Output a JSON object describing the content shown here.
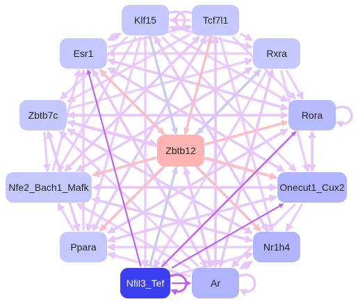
{
  "graph": {
    "center": {
      "id": "Zbtb12",
      "label": "Zbtb12",
      "fill": "#ffb3b3",
      "text": "#222222"
    },
    "nodes": [
      {
        "id": "Klf15",
        "label": "Klf15",
        "fill": "#c4c8ff",
        "text": "#222222"
      },
      {
        "id": "Tcf7l1",
        "label": "Tcf7l1",
        "fill": "#c4c8ff",
        "text": "#222222"
      },
      {
        "id": "Rxra",
        "label": "Rxra",
        "fill": "#c4c8ff",
        "text": "#222222"
      },
      {
        "id": "Rora",
        "label": "Rora",
        "fill": "#b6baff",
        "text": "#222222"
      },
      {
        "id": "Onecut1_Cux2",
        "label": "Onecut1_Cux2",
        "fill": "#b0b4ff",
        "text": "#222222"
      },
      {
        "id": "Nr1h4",
        "label": "Nr1h4",
        "fill": "#b0b4ff",
        "text": "#222222"
      },
      {
        "id": "Ar",
        "label": "Ar",
        "fill": "#b0b4ff",
        "text": "#222222"
      },
      {
        "id": "Nfil3_Tef",
        "label": "Nfil3_Tef",
        "fill": "#3a3ff2",
        "text": "#ffffff"
      },
      {
        "id": "Ppara",
        "label": "Ppara",
        "fill": "#c4c8ff",
        "text": "#222222"
      },
      {
        "id": "Nfe2_Bach1_Mafk",
        "label": "Nfe2_Bach1_Mafk",
        "fill": "#c4c8ff",
        "text": "#222222"
      },
      {
        "id": "Zbtb7c",
        "label": "Zbtb7c",
        "fill": "#c4c8ff",
        "text": "#222222"
      },
      {
        "id": "Esr1",
        "label": "Esr1",
        "fill": "#c4c8ff",
        "text": "#222222"
      }
    ],
    "self_loops": [
      "Klf15",
      "Rora",
      "Ar",
      "Nfil3_Tef",
      "Tcf7l1"
    ],
    "edge_colors": {
      "default": "#e6c6f8",
      "red": "#ffbdbd",
      "blue": "#c6cdf0",
      "purple": "#c060f0"
    },
    "edges": [
      {
        "s": "Klf15",
        "t": "Zbtb12",
        "c": "blue"
      },
      {
        "s": "Tcf7l1",
        "t": "Zbtb12",
        "c": "red"
      },
      {
        "s": "Esr1",
        "t": "Zbtb12",
        "c": "red"
      },
      {
        "s": "Rxra",
        "t": "Zbtb12",
        "c": "blue"
      },
      {
        "s": "Zbtb12",
        "t": "Rora",
        "c": "red"
      },
      {
        "s": "Zbtb12",
        "t": "Onecut1_Cux2",
        "c": "red"
      },
      {
        "s": "Zbtb12",
        "t": "Nr1h4",
        "c": "red"
      },
      {
        "s": "Ar",
        "t": "Zbtb12",
        "c": "default"
      },
      {
        "s": "Nfil3_Tef",
        "t": "Zbtb12",
        "c": "blue"
      },
      {
        "s": "Zbtb12",
        "t": "Ppara",
        "c": "red"
      },
      {
        "s": "Zbtb12",
        "t": "Nfe2_Bach1_Mafk",
        "c": "red"
      },
      {
        "s": "Zbtb7c",
        "t": "Zbtb12",
        "c": "default"
      },
      {
        "s": "Klf15",
        "t": "Esr1",
        "c": "default"
      },
      {
        "s": "Klf15",
        "t": "Rxra",
        "c": "default"
      },
      {
        "s": "Klf15",
        "t": "Rora",
        "c": "default"
      },
      {
        "s": "Klf15",
        "t": "Onecut1_Cux2",
        "c": "default"
      },
      {
        "s": "Klf15",
        "t": "Nr1h4",
        "c": "default"
      },
      {
        "s": "Klf15",
        "t": "Ar",
        "c": "default"
      },
      {
        "s": "Klf15",
        "t": "Nfil3_Tef",
        "c": "default"
      },
      {
        "s": "Klf15",
        "t": "Ppara",
        "c": "default"
      },
      {
        "s": "Klf15",
        "t": "Nfe2_Bach1_Mafk",
        "c": "default"
      },
      {
        "s": "Klf15",
        "t": "Zbtb7c",
        "c": "default"
      },
      {
        "s": "Tcf7l1",
        "t": "Klf15",
        "c": "default"
      },
      {
        "s": "Tcf7l1",
        "t": "Rxra",
        "c": "default"
      },
      {
        "s": "Tcf7l1",
        "t": "Rora",
        "c": "default"
      },
      {
        "s": "Tcf7l1",
        "t": "Nr1h4",
        "c": "default"
      },
      {
        "s": "Tcf7l1",
        "t": "Ar",
        "c": "default"
      },
      {
        "s": "Tcf7l1",
        "t": "Ppara",
        "c": "default"
      },
      {
        "s": "Tcf7l1",
        "t": "Zbtb7c",
        "c": "default"
      },
      {
        "s": "Tcf7l1",
        "t": "Nfe2_Bach1_Mafk",
        "c": "default"
      },
      {
        "s": "Rxra",
        "t": "Rora",
        "c": "default"
      },
      {
        "s": "Rxra",
        "t": "Esr1",
        "c": "default"
      },
      {
        "s": "Rxra",
        "t": "Ppara",
        "c": "default"
      },
      {
        "s": "Rxra",
        "t": "Nfil3_Tef",
        "c": "default"
      },
      {
        "s": "Rxra",
        "t": "Ar",
        "c": "default"
      },
      {
        "s": "Rxra",
        "t": "Nfe2_Bach1_Mafk",
        "c": "default"
      },
      {
        "s": "Rxra",
        "t": "Onecut1_Cux2",
        "c": "default"
      },
      {
        "s": "Rora",
        "t": "Onecut1_Cux2",
        "c": "default"
      },
      {
        "s": "Onecut1_Cux2",
        "t": "Rora",
        "c": "default"
      },
      {
        "s": "Rora",
        "t": "Nfe2_Bach1_Mafk",
        "c": "default"
      },
      {
        "s": "Rora",
        "t": "Ppara",
        "c": "default"
      },
      {
        "s": "Rora",
        "t": "Zbtb7c",
        "c": "default"
      },
      {
        "s": "Rora",
        "t": "Esr1",
        "c": "default"
      },
      {
        "s": "Rora",
        "t": "Nfil3_Tef",
        "c": "default"
      },
      {
        "s": "Onecut1_Cux2",
        "t": "Nr1h4",
        "c": "default"
      },
      {
        "s": "Onecut1_Cux2",
        "t": "Nfe2_Bach1_Mafk",
        "c": "default"
      },
      {
        "s": "Onecut1_Cux2",
        "t": "Ppara",
        "c": "default"
      },
      {
        "s": "Onecut1_Cux2",
        "t": "Ar",
        "c": "default"
      },
      {
        "s": "Onecut1_Cux2",
        "t": "Zbtb7c",
        "c": "default"
      },
      {
        "s": "Onecut1_Cux2",
        "t": "Esr1",
        "c": "default"
      },
      {
        "s": "Nr1h4",
        "t": "Ppara",
        "c": "default"
      },
      {
        "s": "Nr1h4",
        "t": "Ar",
        "c": "default"
      },
      {
        "s": "Nr1h4",
        "t": "Nfe2_Bach1_Mafk",
        "c": "default"
      },
      {
        "s": "Nr1h4",
        "t": "Esr1",
        "c": "default"
      },
      {
        "s": "Nr1h4",
        "t": "Zbtb7c",
        "c": "default"
      },
      {
        "s": "Nr1h4",
        "t": "Klf15",
        "c": "default"
      },
      {
        "s": "Ar",
        "t": "Ppara",
        "c": "default"
      },
      {
        "s": "Ar",
        "t": "Nfe2_Bach1_Mafk",
        "c": "default"
      },
      {
        "s": "Ar",
        "t": "Esr1",
        "c": "default"
      },
      {
        "s": "Ar",
        "t": "Zbtb7c",
        "c": "default"
      },
      {
        "s": "Ar",
        "t": "Tcf7l1",
        "c": "default"
      },
      {
        "s": "Ar",
        "t": "Rxra",
        "c": "default"
      },
      {
        "s": "Ar",
        "t": "Nr1h4",
        "c": "default"
      },
      {
        "s": "Ppara",
        "t": "Nfe2_Bach1_Mafk",
        "c": "default"
      },
      {
        "s": "Ppara",
        "t": "Esr1",
        "c": "default"
      },
      {
        "s": "Ppara",
        "t": "Zbtb7c",
        "c": "default"
      },
      {
        "s": "Ppara",
        "t": "Tcf7l1",
        "c": "default"
      },
      {
        "s": "Ppara",
        "t": "Rxra",
        "c": "default"
      },
      {
        "s": "Ppara",
        "t": "Rora",
        "c": "default"
      },
      {
        "s": "Ppara",
        "t": "Onecut1_Cux2",
        "c": "default"
      },
      {
        "s": "Nfe2_Bach1_Mafk",
        "t": "Esr1",
        "c": "default"
      },
      {
        "s": "Nfe2_Bach1_Mafk",
        "t": "Rxra",
        "c": "default"
      },
      {
        "s": "Nfe2_Bach1_Mafk",
        "t": "Tcf7l1",
        "c": "default"
      },
      {
        "s": "Nfe2_Bach1_Mafk",
        "t": "Onecut1_Cux2",
        "c": "default"
      },
      {
        "s": "Nfe2_Bach1_Mafk",
        "t": "Nr1h4",
        "c": "default"
      },
      {
        "s": "Zbtb7c",
        "t": "Nfe2_Bach1_Mafk",
        "c": "default"
      },
      {
        "s": "Zbtb7c",
        "t": "Rxra",
        "c": "default"
      },
      {
        "s": "Zbtb7c",
        "t": "Rora",
        "c": "default"
      },
      {
        "s": "Zbtb7c",
        "t": "Onecut1_Cux2",
        "c": "default"
      },
      {
        "s": "Zbtb7c",
        "t": "Nr1h4",
        "c": "default"
      },
      {
        "s": "Zbtb7c",
        "t": "Ppara",
        "c": "default"
      },
      {
        "s": "Esr1",
        "t": "Klf15",
        "c": "default"
      },
      {
        "s": "Esr1",
        "t": "Rora",
        "c": "default"
      },
      {
        "s": "Esr1",
        "t": "Onecut1_Cux2",
        "c": "default"
      },
      {
        "s": "Esr1",
        "t": "Nr1h4",
        "c": "default"
      },
      {
        "s": "Esr1",
        "t": "Ar",
        "c": "default"
      },
      {
        "s": "Esr1",
        "t": "Tcf7l1",
        "c": "default"
      },
      {
        "s": "Nfil3_Tef",
        "t": "Ar",
        "c": "purple"
      },
      {
        "s": "Nfil3_Tef",
        "t": "Rora",
        "c": "purple"
      },
      {
        "s": "Nfil3_Tef",
        "t": "Onecut1_Cux2",
        "c": "purple"
      },
      {
        "s": "Nfil3_Tef",
        "t": "Esr1",
        "c": "purple"
      },
      {
        "s": "Nfil3_Tef",
        "t": "Tcf7l1",
        "c": "default"
      },
      {
        "s": "Nfil3_Tef",
        "t": "Nr1h4",
        "c": "default"
      }
    ]
  }
}
